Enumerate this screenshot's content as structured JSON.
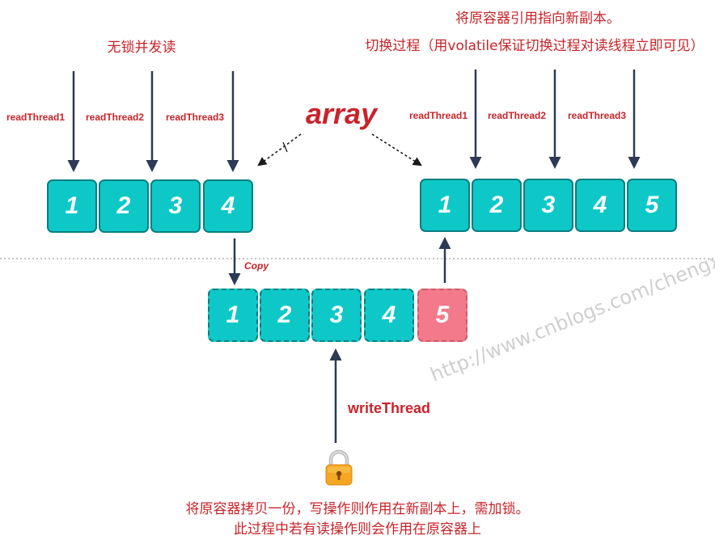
{
  "left_section": {
    "title": "无锁并发读",
    "threads": [
      "readThread1",
      "readThread2",
      "readThread3"
    ],
    "cells": [
      "1",
      "2",
      "3",
      "4"
    ]
  },
  "right_section": {
    "title_line1": "将原容器引用指向新副本。",
    "title_line2": "切换过程（用volatile保证切换过程对读线程立即可见）",
    "threads": [
      "readThread1",
      "readThread2",
      "readThread3"
    ],
    "cells": [
      "1",
      "2",
      "3",
      "4",
      "5"
    ]
  },
  "center": {
    "array_label": "array"
  },
  "copy_section": {
    "copy_label": "Copy",
    "cells": [
      "1",
      "2",
      "3",
      "4",
      "5"
    ],
    "write_thread": "writeThread"
  },
  "footer": {
    "line1": "将原容器拷贝一份，写操作则作用在新副本上，需加锁。",
    "line2": "此过程中若有读操作则会作用在原容器上"
  },
  "watermark": "http://www.cnblogs.com/chengx",
  "colors": {
    "cell_fill": "#0ec8c8",
    "cell_border": "#087f80",
    "new_cell_fill": "#f27a8a",
    "text_red": "#c8242a",
    "arrow": "#2d3a55",
    "lock_body": "#f5a623"
  },
  "icons": {
    "lock": "lock-icon"
  }
}
